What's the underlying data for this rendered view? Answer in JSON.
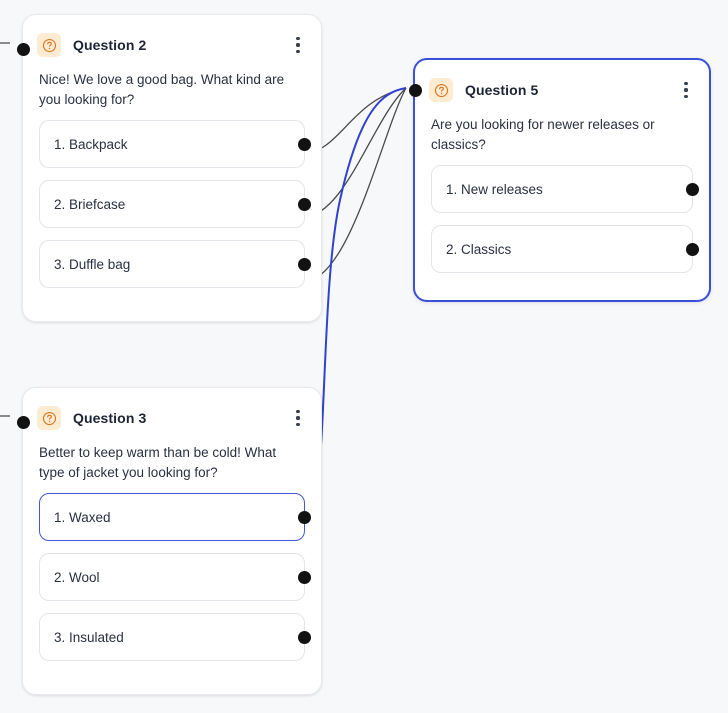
{
  "canvas": {
    "background_color": "#f7f8fa",
    "accent_color": "#3b50d8",
    "icon_color": "#d9761f",
    "icon_bg_color": "#fdebd2",
    "handle_color": "#121212",
    "edge_color": "#4a4a4a"
  },
  "nodes": [
    {
      "id": "q2",
      "icon": "question-circle-icon",
      "title": "Question 2",
      "menu_icon": "more-vertical-icon",
      "prompt": "Nice! We love a good bag. What kind are you looking for?",
      "selected": false,
      "options": [
        {
          "label": "1. Backpack",
          "active": false
        },
        {
          "label": "2. Briefcase",
          "active": false
        },
        {
          "label": "3. Duffle bag",
          "active": false
        }
      ]
    },
    {
      "id": "q5",
      "icon": "question-circle-icon",
      "title": "Question 5",
      "menu_icon": "more-vertical-icon",
      "prompt": "Are you looking for newer releases or classics?",
      "selected": true,
      "options": [
        {
          "label": "1. New releases",
          "active": false
        },
        {
          "label": "2. Classics",
          "active": false
        }
      ]
    },
    {
      "id": "q3",
      "icon": "question-circle-icon",
      "title": "Question 3",
      "menu_icon": "more-vertical-icon",
      "prompt": "Better to keep warm than be cold! What type of jacket you looking for?",
      "selected": false,
      "options": [
        {
          "label": "1. Waxed",
          "active": true
        },
        {
          "label": "2. Wool",
          "active": false
        },
        {
          "label": "3. Insulated",
          "active": false
        }
      ]
    }
  ],
  "edges": [
    {
      "from": "q2-option-1",
      "to": "q5-input",
      "highlighted": false
    },
    {
      "from": "q2-option-2",
      "to": "q5-input",
      "highlighted": false
    },
    {
      "from": "q2-option-3",
      "to": "q5-input",
      "highlighted": false
    },
    {
      "from": "q3-option-1",
      "to": "q5-input",
      "highlighted": true
    },
    {
      "from": "offscreen-left",
      "to": "q2-input",
      "highlighted": false
    },
    {
      "from": "offscreen-left",
      "to": "q3-input",
      "highlighted": false
    }
  ]
}
